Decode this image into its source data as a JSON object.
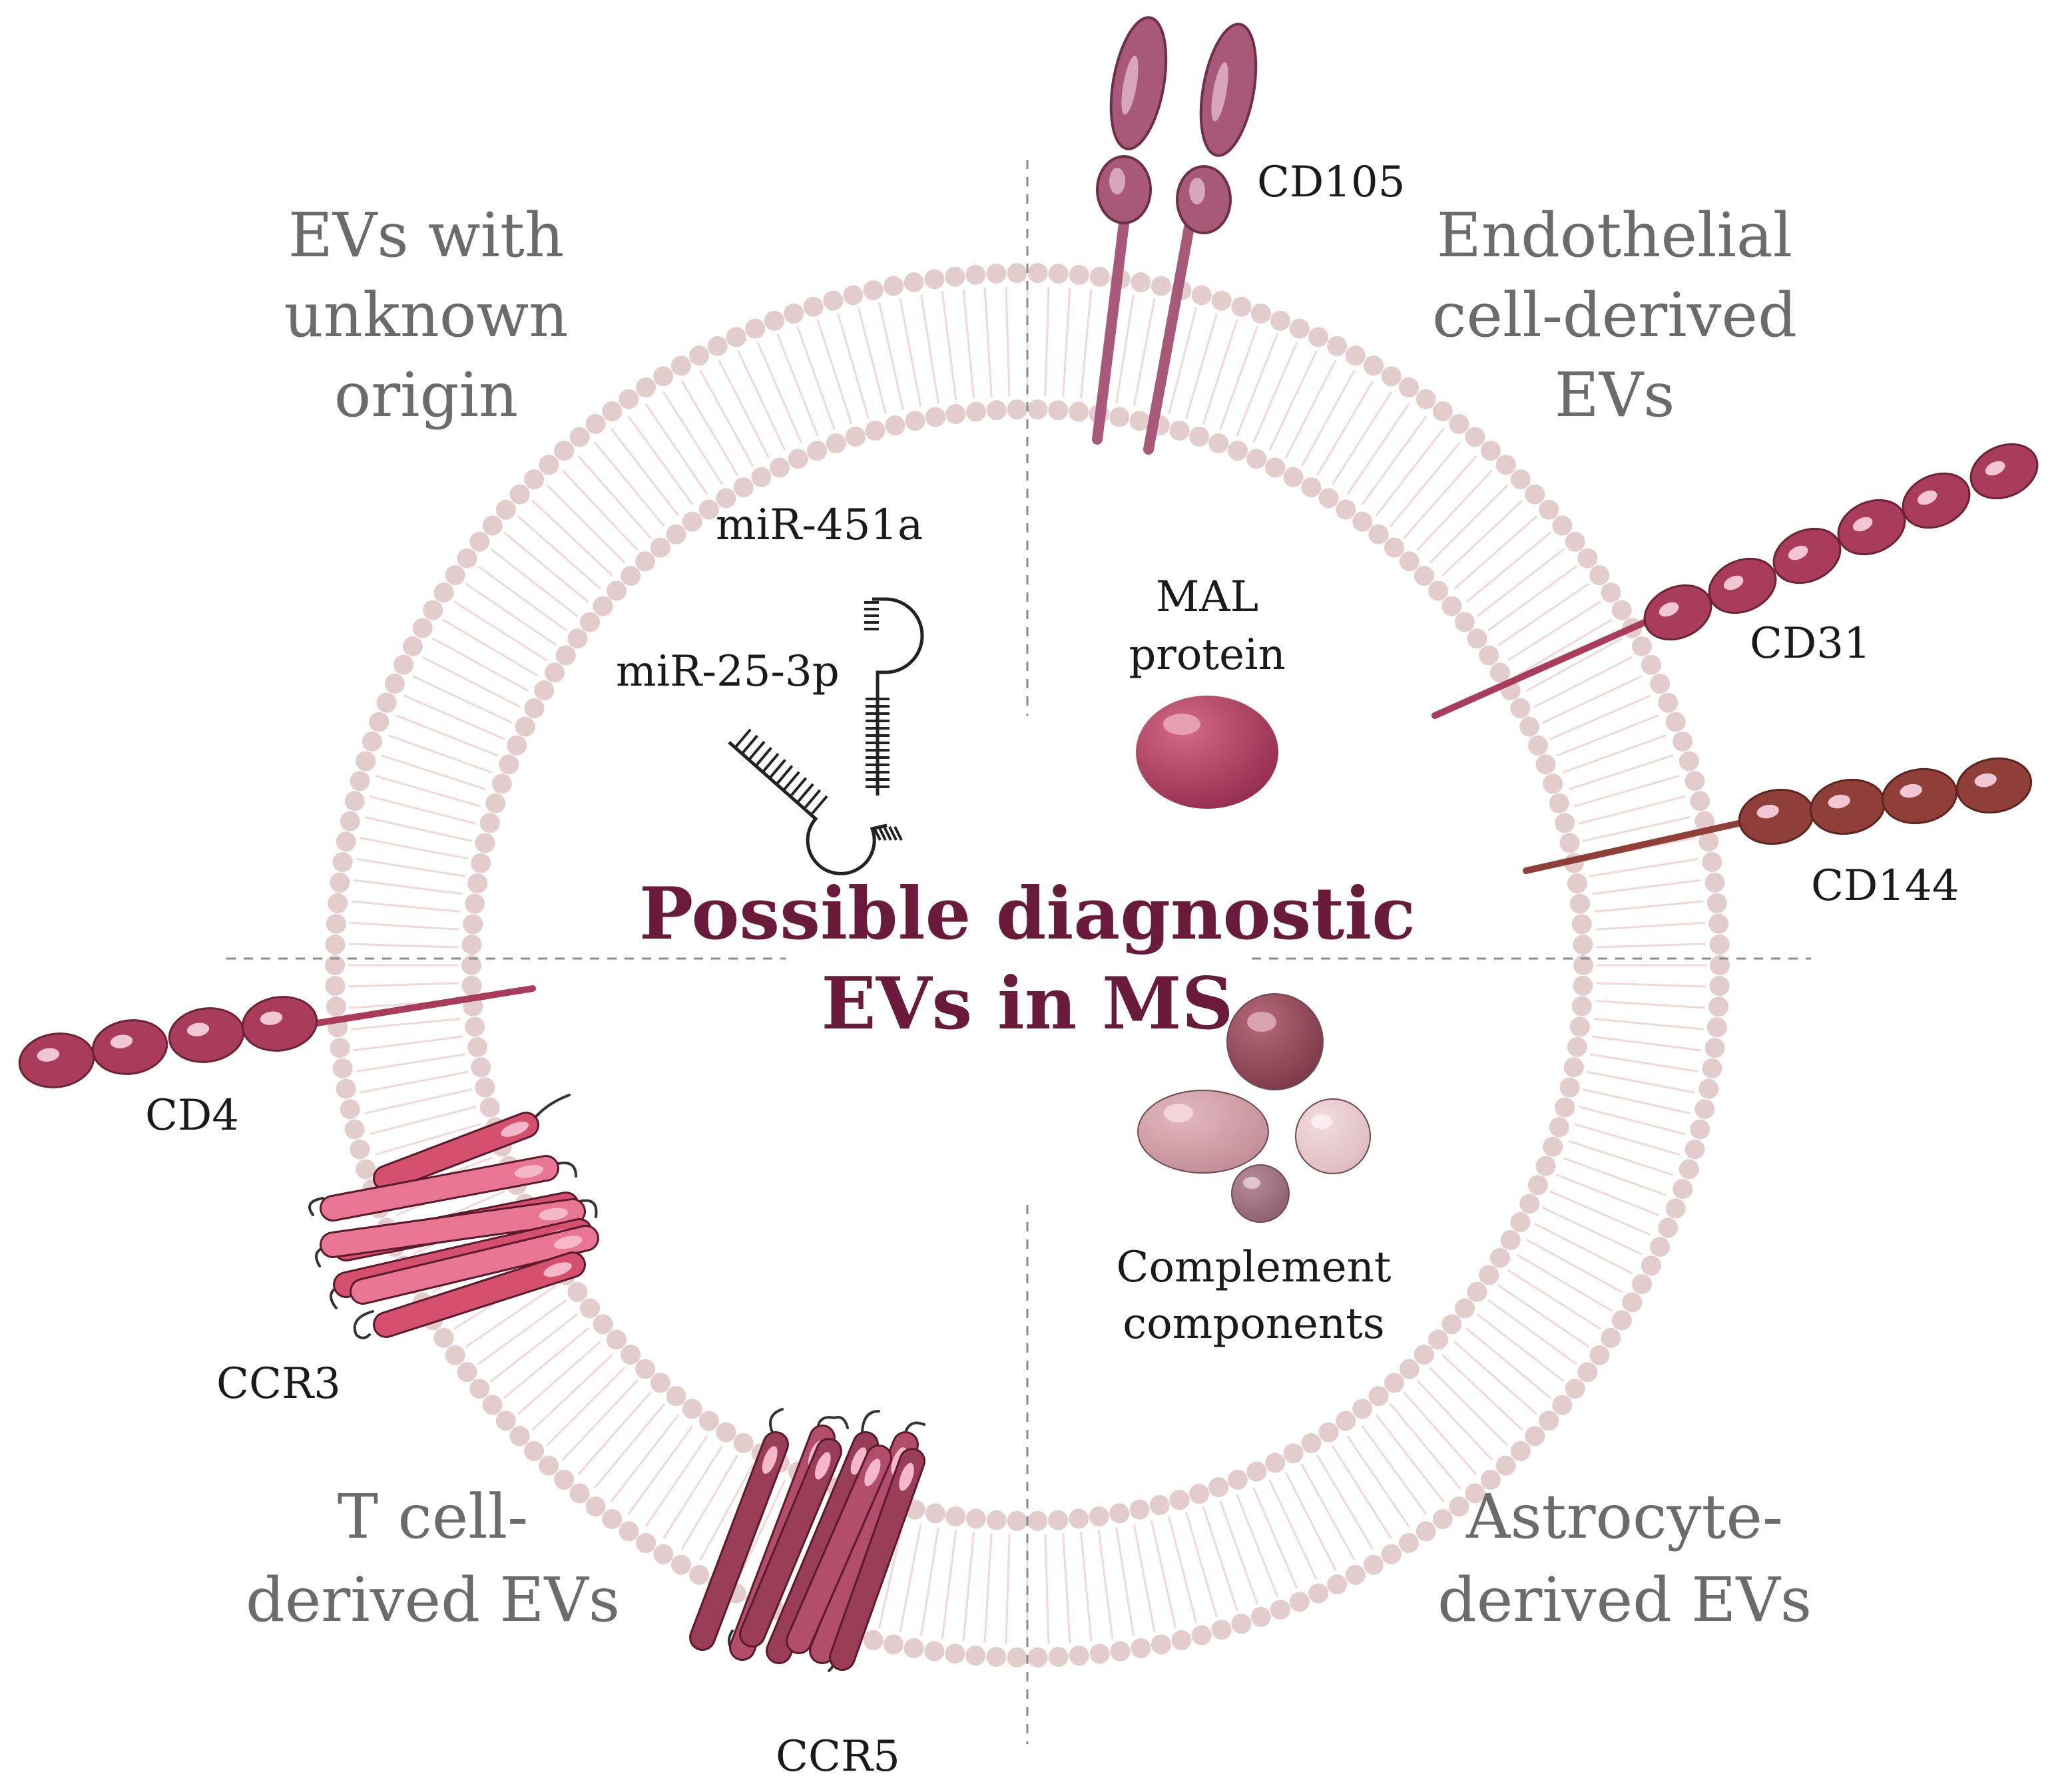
{
  "title": {
    "line1": "Possible diagnostic",
    "line2": "EVs in MS"
  },
  "quadrants": {
    "top_left": [
      "EVs with",
      "unknown",
      "origin"
    ],
    "top_right": [
      "Endothelial",
      "cell-derived",
      "EVs"
    ],
    "bottom_left": [
      "T cell-",
      "derived EVs"
    ],
    "bottom_right": [
      "Astrocyte-",
      "derived EVs"
    ]
  },
  "markers": {
    "cd105": "CD105",
    "cd31": "CD31",
    "cd144": "CD144",
    "cd4": "CD4",
    "ccr3": "CCR3",
    "ccr5": "CCR5"
  },
  "cargo": {
    "mir451a": "miR-451a",
    "mir25": "miR-25-3p",
    "mal": [
      "MAL",
      "protein"
    ],
    "complement": [
      "Complement",
      "components"
    ]
  },
  "colors": {
    "membrane": "#e2cccc",
    "tail": "#f0d8d8",
    "cd105": "#a85878",
    "cd31": "#a83c5a",
    "cd144": "#8f3e38",
    "ccr3": "#d54f6e",
    "ccr5": "#9a3d56",
    "title": "#6a1a3a",
    "quadrant_text": "#6b6b6b"
  }
}
